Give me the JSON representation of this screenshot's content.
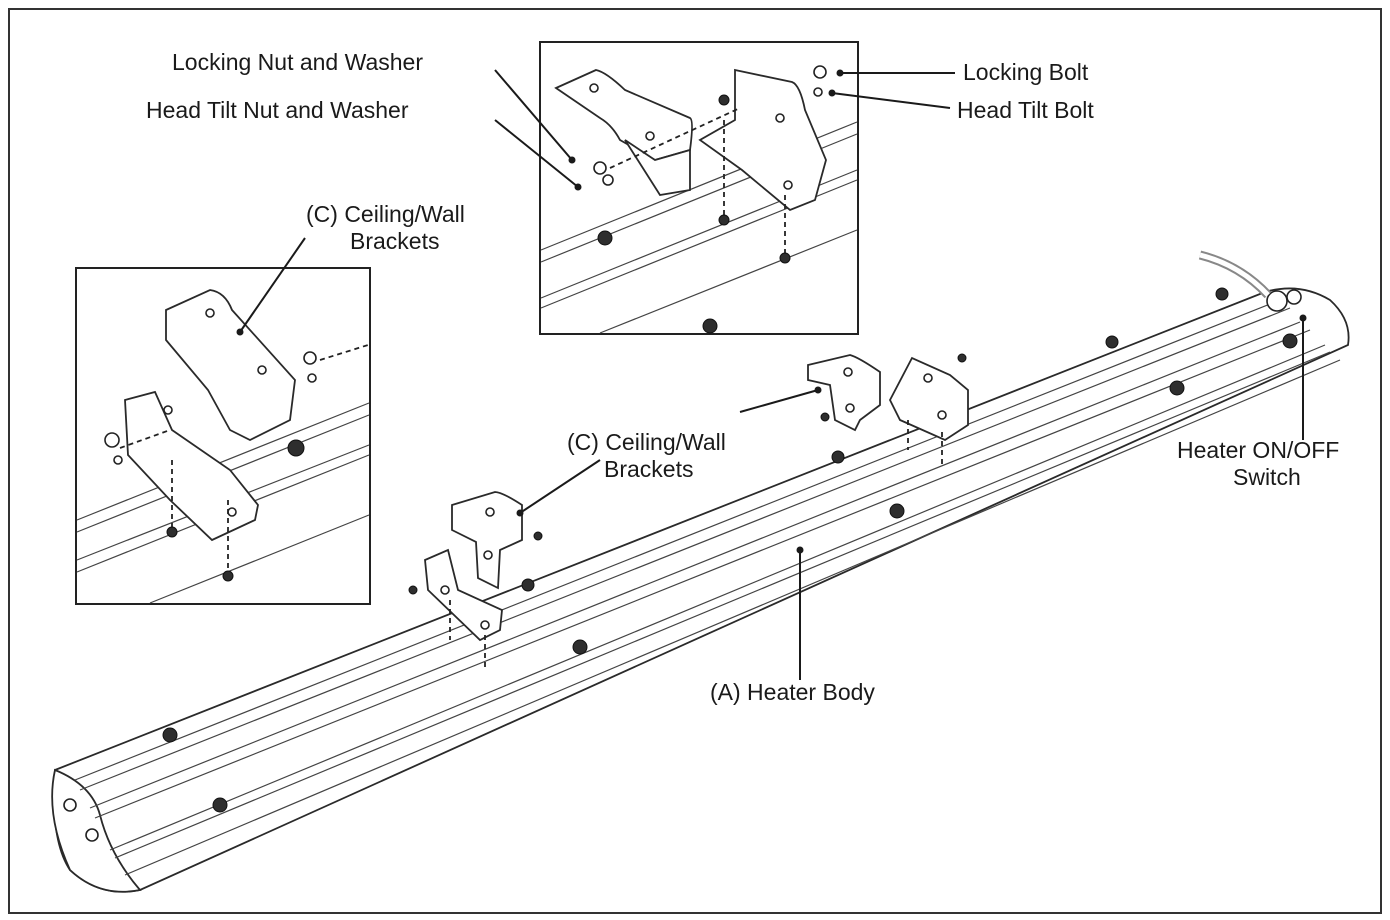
{
  "labels": {
    "locking_nut_washer": "Locking Nut and Washer",
    "head_tilt_nut_washer": "Head Tilt Nut and Washer",
    "locking_bolt": "Locking Bolt",
    "head_tilt_bolt": "Head Tilt Bolt",
    "brackets_inset_line1": "(C) Ceiling/Wall",
    "brackets_inset_line2": "Brackets",
    "brackets_main_line1": "(C) Ceiling/Wall",
    "brackets_main_line2": "Brackets",
    "switch_line1": "Heater ON/OFF",
    "switch_line2": "Switch",
    "heater_body": "(A) Heater Body"
  }
}
